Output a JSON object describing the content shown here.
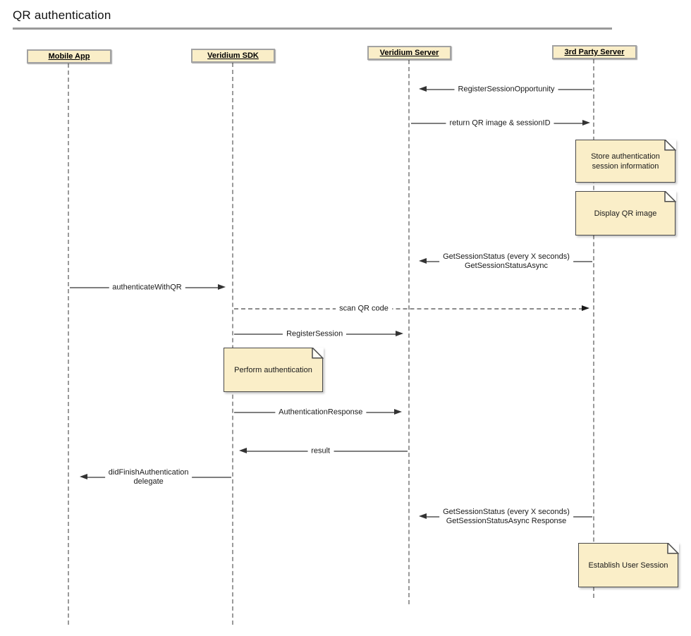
{
  "title": "QR authentication",
  "actors": [
    {
      "label": "Mobile App"
    },
    {
      "label": "Veridium SDK"
    },
    {
      "label": "Veridium Server"
    },
    {
      "label": "3rd Party Server"
    }
  ],
  "messages": [
    {
      "label": "RegisterSessionOpportunity",
      "from": "3rd Party Server",
      "to": "Veridium Server",
      "style": "solid"
    },
    {
      "label": "return QR image & sessionID",
      "from": "Veridium Server",
      "to": "3rd Party Server",
      "style": "solid"
    },
    {
      "label": "GetSessionStatus (every X seconds)",
      "label2": "GetSessionStatusAsync",
      "from": "3rd Party Server",
      "to": "Veridium Server",
      "style": "solid"
    },
    {
      "label": "authenticateWithQR",
      "from": "Mobile App",
      "to": "Veridium SDK",
      "style": "solid"
    },
    {
      "label": "scan QR code",
      "from": "Veridium SDK",
      "to": "3rd Party Server",
      "style": "dashed"
    },
    {
      "label": "RegisterSession",
      "from": "Veridium SDK",
      "to": "Veridium Server",
      "style": "solid"
    },
    {
      "label": "AuthenticationResponse",
      "from": "Veridium SDK",
      "to": "Veridium Server",
      "style": "solid"
    },
    {
      "label": "result",
      "from": "Veridium Server",
      "to": "Veridium SDK",
      "style": "solid"
    },
    {
      "label": "didFinishAuthentication",
      "label2": "delegate",
      "from": "Veridium SDK",
      "to": "Mobile App",
      "style": "solid"
    },
    {
      "label": "GetSessionStatus (every X seconds)",
      "label2": "GetSessionStatusAsync Response",
      "from": "3rd Party Server",
      "to": "Veridium Server",
      "style": "solid"
    }
  ],
  "notes": [
    {
      "text": "Store authentication session information",
      "anchor": "3rd Party Server"
    },
    {
      "text": "Display QR image",
      "anchor": "3rd Party Server"
    },
    {
      "text": "Perform authentication",
      "anchor": "Veridium SDK"
    },
    {
      "text": "Establish User Session",
      "anchor": "3rd Party Server"
    }
  ],
  "colors": {
    "note_fill": "#FAEEC8",
    "note_border": "#4A4A4A",
    "actor_border": "#A2A2A2",
    "message_line": "#7F7F7F",
    "arrowhead": "#333333",
    "lifeline": "#9A9A9A",
    "title_rule": "#9A9A9A",
    "background": "#FFFFFF"
  }
}
